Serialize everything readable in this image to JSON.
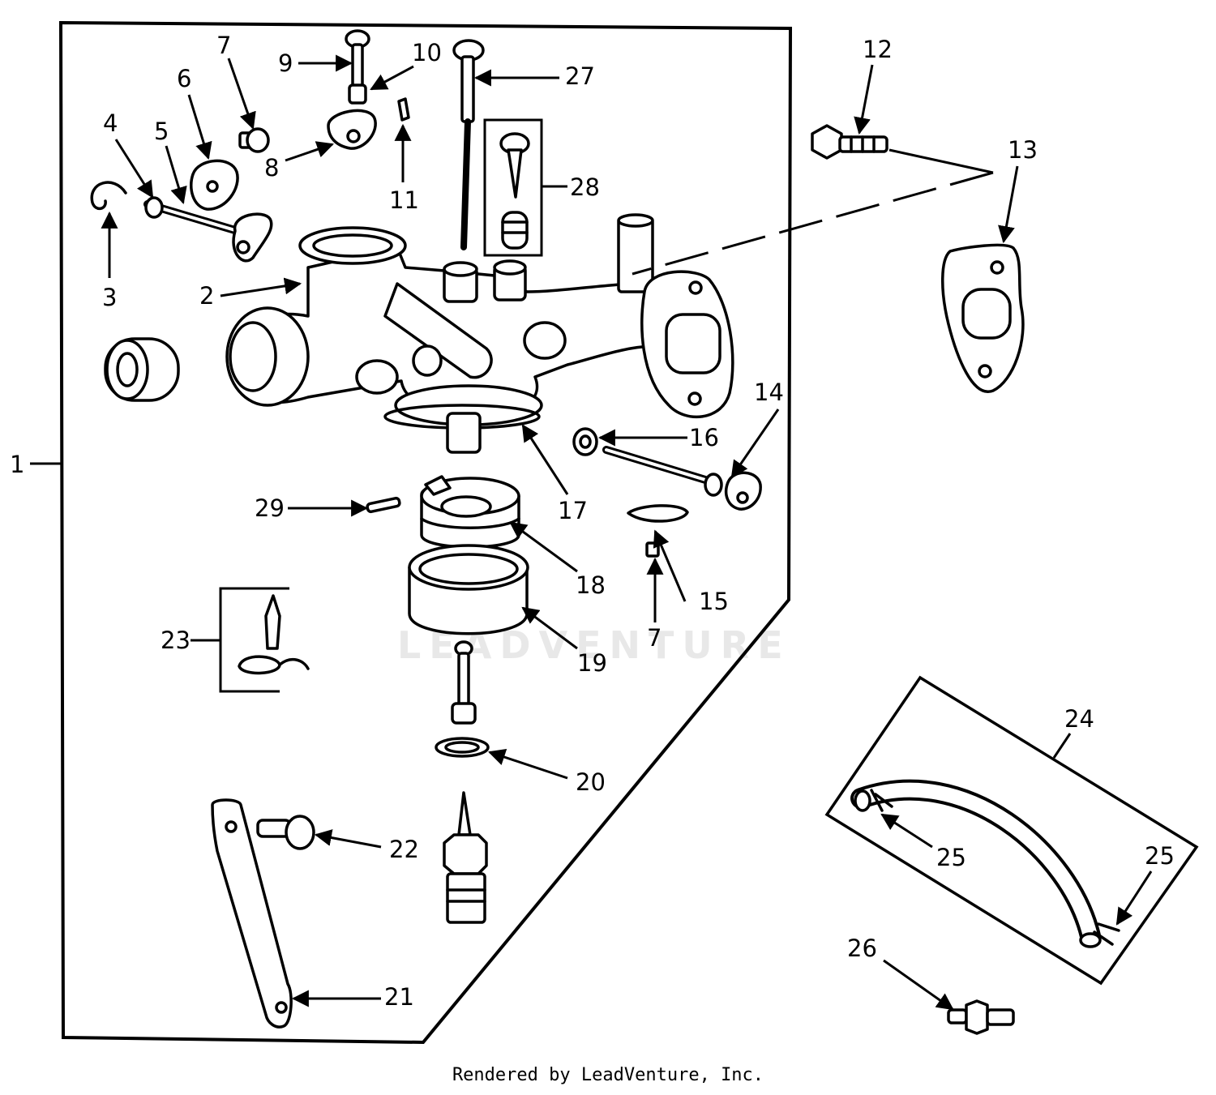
{
  "watermark": "LEADVENTURE",
  "footer": "Rendered by LeadVenture, Inc.",
  "callouts": [
    {
      "id": "1",
      "text": "1"
    },
    {
      "id": "2",
      "text": "2"
    },
    {
      "id": "3",
      "text": "3"
    },
    {
      "id": "4",
      "text": "4"
    },
    {
      "id": "5",
      "text": "5"
    },
    {
      "id": "6",
      "text": "6"
    },
    {
      "id": "7a",
      "text": "7"
    },
    {
      "id": "8",
      "text": "8"
    },
    {
      "id": "9",
      "text": "9"
    },
    {
      "id": "10",
      "text": "10"
    },
    {
      "id": "11",
      "text": "11"
    },
    {
      "id": "12",
      "text": "12"
    },
    {
      "id": "13",
      "text": "13"
    },
    {
      "id": "14",
      "text": "14"
    },
    {
      "id": "15",
      "text": "15"
    },
    {
      "id": "16",
      "text": "16"
    },
    {
      "id": "17",
      "text": "17"
    },
    {
      "id": "18",
      "text": "18"
    },
    {
      "id": "19",
      "text": "19"
    },
    {
      "id": "20",
      "text": "20"
    },
    {
      "id": "21",
      "text": "21"
    },
    {
      "id": "22",
      "text": "22"
    },
    {
      "id": "23",
      "text": "23"
    },
    {
      "id": "24",
      "text": "24"
    },
    {
      "id": "25a",
      "text": "25"
    },
    {
      "id": "25b",
      "text": "25"
    },
    {
      "id": "26",
      "text": "26"
    },
    {
      "id": "27",
      "text": "27"
    },
    {
      "id": "28",
      "text": "28"
    },
    {
      "id": "29",
      "text": "29"
    },
    {
      "id": "7b",
      "text": "7"
    }
  ]
}
